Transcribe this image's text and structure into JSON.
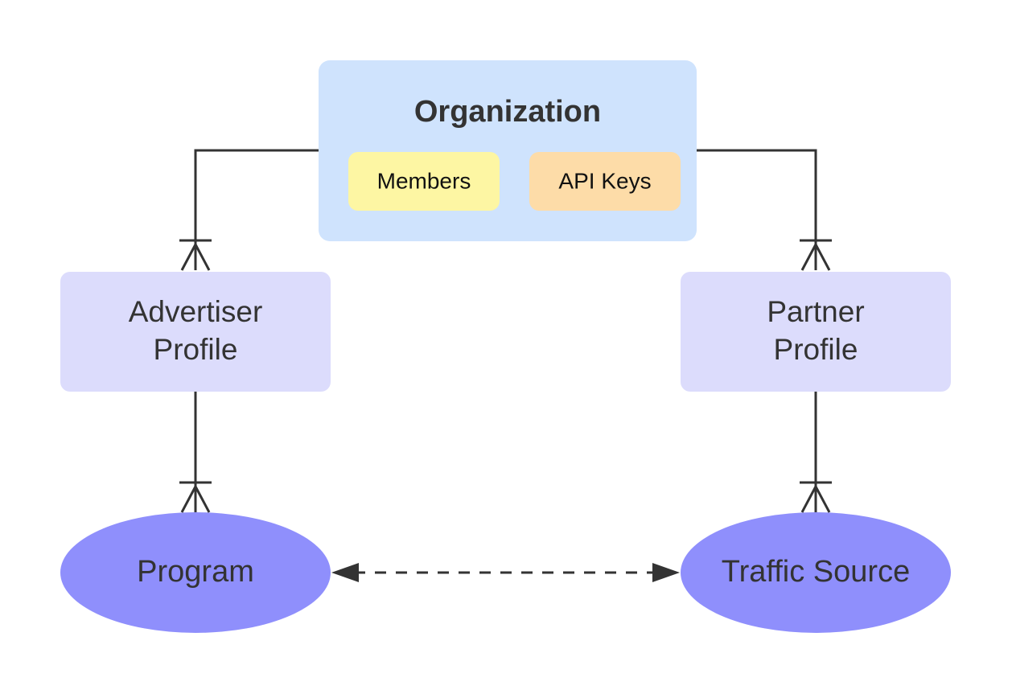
{
  "organization": {
    "title": "Organization",
    "members_label": "Members",
    "api_keys_label": "API Keys"
  },
  "advertiser_profile": {
    "line1": "Advertiser",
    "line2": "Profile"
  },
  "partner_profile": {
    "line1": "Partner",
    "line2": "Profile"
  },
  "program": {
    "label": "Program"
  },
  "traffic_source": {
    "label": "Traffic Source"
  },
  "colors": {
    "organization_fill": "#cfe3fd",
    "members_fill": "#fdf6a3",
    "api_keys_fill": "#fddca8",
    "profile_fill": "#dcdcfc",
    "ellipse_fill": "#8f8ffc",
    "line": "#333333"
  }
}
